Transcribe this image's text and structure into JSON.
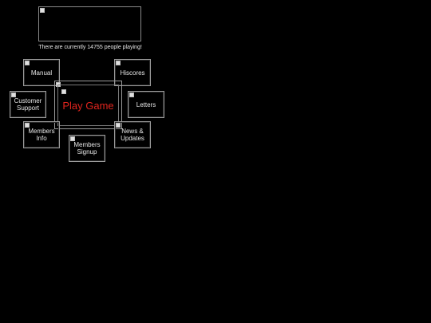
{
  "status": {
    "players_text": "There are currently 14755 people playing!"
  },
  "menu": {
    "manual": "Manual",
    "hiscores": "Hiscores",
    "customer_support_line1": "Customer",
    "customer_support_line2": "Support",
    "play_game": "Play Game",
    "letters": "Letters",
    "members_info_line1": "Members",
    "members_info_line2": "Info",
    "news_updates_line1": "News &",
    "news_updates_line2": "Updates",
    "members_signup_line1": "Members",
    "members_signup_line2": "Signup"
  },
  "colors": {
    "background": "#000000",
    "play_text": "#e0241d",
    "border": "#9a9a9a"
  }
}
